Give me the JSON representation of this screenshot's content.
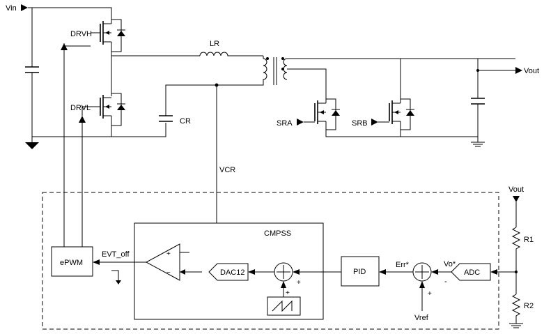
{
  "labels": {
    "vin": "Vin",
    "drvh": "DRVH",
    "drvl": "DRVL",
    "lr": "LR",
    "cr": "CR",
    "vout_top": "Vout",
    "sra": "SRA",
    "srb": "SRB",
    "vcr": "VCR",
    "vout_right": "Vout",
    "r1": "R1",
    "r2": "R2",
    "cmpss": "CMPSS",
    "epwm": "ePWM",
    "evt_off": "EVT_off",
    "dac12": "DAC12",
    "pid": "PID",
    "err": "Err*",
    "vo": "Vo*",
    "adc": "ADC",
    "vref": "Vref"
  },
  "signs": {
    "comp_plus": "+",
    "comp_minus": "−",
    "sum1_plus_right": "+",
    "sum1_plus_bottom": "+",
    "sum2_minus": "-",
    "sum2_plus": "+"
  }
}
